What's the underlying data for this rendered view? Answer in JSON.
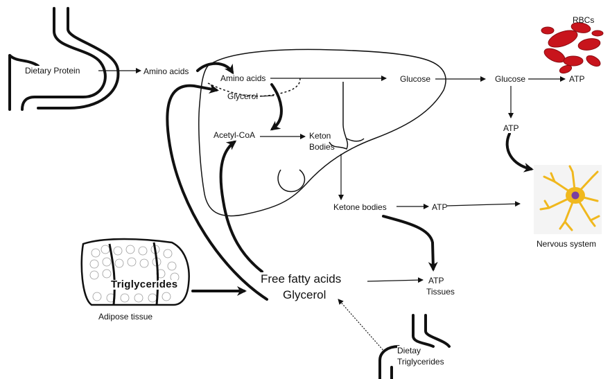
{
  "labels": {
    "dietary_protein": "Dietary Protein",
    "amino_acids_left": "Amino acids",
    "amino_acids_liver": "Amino acids",
    "glycerol_liver": "Glycerol",
    "acetyl_coa": "Acetyl-CoA",
    "ketone_bodies_liver_1": "Keton",
    "ketone_bodies_liver_2": "Bodies",
    "glucose_liver": "Glucose",
    "glucose_rbc": "Glucose",
    "atp_rbc": "ATP",
    "rbcs": "RBCs",
    "atp_under_glucose": "ATP",
    "ketone_bodies": "Ketone bodies",
    "atp_ketone": "ATP",
    "nervous_system": "Nervous system",
    "triglycerides": "Triglycerides",
    "adipose_tissue": "Adipose tissue",
    "free_fatty_acids": "Free fatty acids",
    "glycerol_big": "Glycerol",
    "atp_tissues": "ATP",
    "tissues": "Tissues",
    "dietary_tg_1": "Dietay",
    "dietary_tg_2": "Triglycerides"
  },
  "colors": {
    "line": "#111111",
    "rbc": "#c8141c",
    "neuron": "#f0b81e",
    "neuron_nucleus": "#7a3fa0"
  }
}
